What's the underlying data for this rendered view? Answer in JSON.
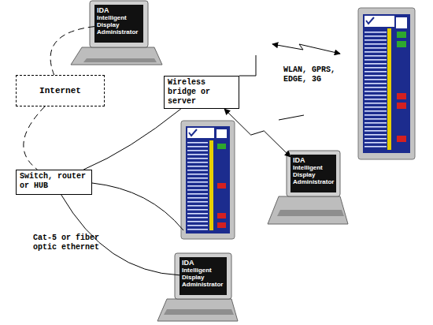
{
  "diagram": {
    "nodes": [
      {
        "text": [
          "IDA",
          "Intelligent Display Administrator"
        ]
      },
      {
        "text": [
          "Internet"
        ]
      },
      {
        "text": [
          "Wireless bridge or server"
        ]
      },
      {
        "text": [
          "IDA",
          "Intelligent Display Administrator"
        ]
      },
      {
        "text": [
          "Switch, router or HUB"
        ]
      },
      {
        "text": [
          "IDA",
          "Intelligent Display Administrator"
        ]
      }
    ],
    "edges": [
      {
        "from": 0,
        "to": 1,
        "arrow": "none"
      },
      {
        "from": 1,
        "to": 4,
        "arrow": "none"
      },
      {
        "from": 2,
        "to": 4,
        "arrow": "none"
      },
      {
        "from": 2,
        "to": 3,
        "arrow": "both"
      },
      {
        "from": 4,
        "to": 5,
        "arrow": "none"
      }
    ],
    "labels": [
      "WLAN, GPRS, EDGE, 3G",
      "Cat-5 or fiber optic ethernet"
    ]
  }
}
